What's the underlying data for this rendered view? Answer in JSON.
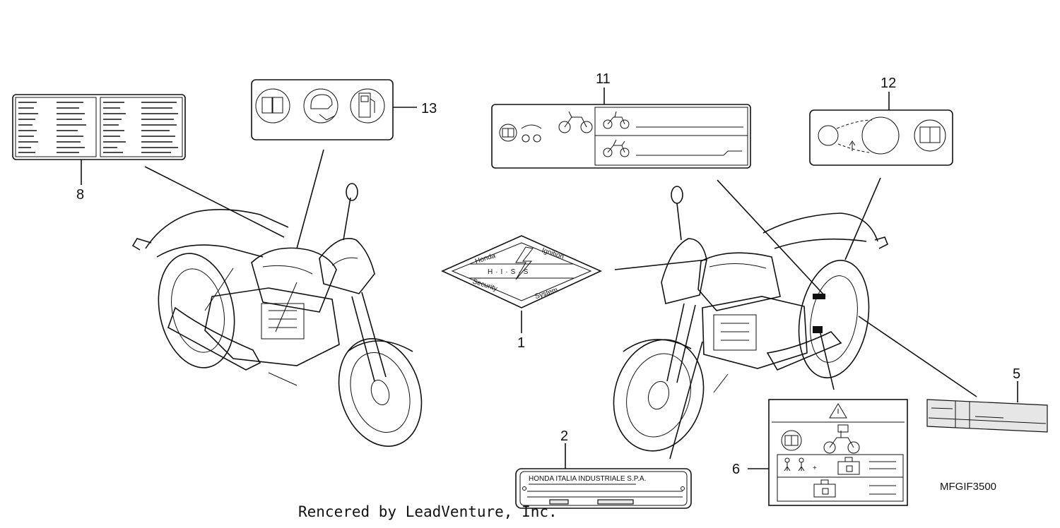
{
  "callouts": {
    "c1": "1",
    "c2": "2",
    "c5": "5",
    "c6": "6",
    "c8": "8",
    "c11": "11",
    "c12": "12",
    "c13": "13"
  },
  "labels": {
    "hiss_top_left": "Honda",
    "hiss_top_right": "Ignition",
    "hiss_middle": "H·I·S·S",
    "hiss_bottom_left": "Security",
    "hiss_bottom_right": "System",
    "manufacturer_plate": "HONDA ITALIA INDUSTRIALE S.P.A."
  },
  "drawing_code": "MFGIF3500",
  "credit": "Rencered by LeadVenture, Inc.",
  "icons": [
    "manual-book-icon",
    "helmet-icon",
    "fuel-pump-icon",
    "motorcycle-icon",
    "warning-triangle-icon",
    "person-icon",
    "luggage-icon",
    "tire-icon"
  ]
}
